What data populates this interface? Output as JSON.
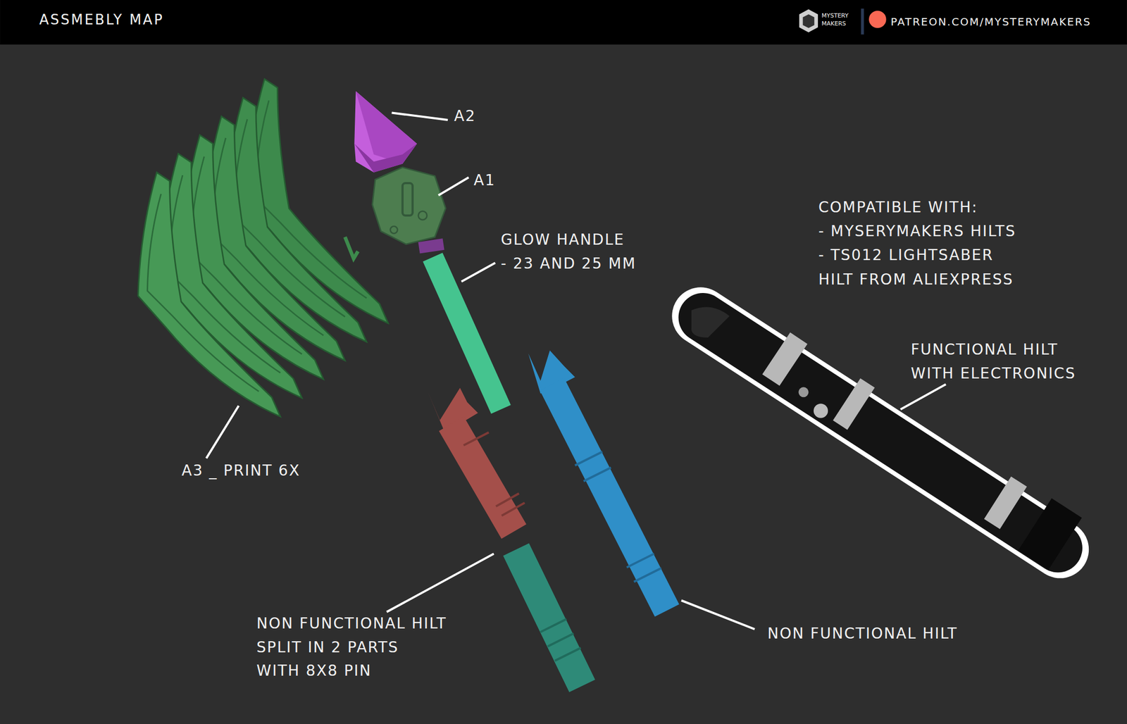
{
  "diagram": {
    "title": "ASSMEBLY MAP",
    "labels": [
      "MYSTERY",
      "MAKERS",
      "PATREON.COM/MYSTERYMAKERS",
      "A2",
      "A1",
      "GLOW HANDLE",
      "- 23 AND 25 MM",
      "A3 _ PRINT 6X",
      "COMPATIBLE WITH:",
      "- MYSERYMAKERS HILTS",
      "- TS012 LIGHTSABER",
      "HILT FROM ALIEXPRESS",
      "FUNCTIONAL HILT",
      "WITH ELECTRONICS",
      "NON FUNCTIONAL HILT",
      "SPLIT IN 2 PARTS",
      "WITH 8X8 PIN",
      "NON FUNCTIONAL HILT"
    ]
  }
}
